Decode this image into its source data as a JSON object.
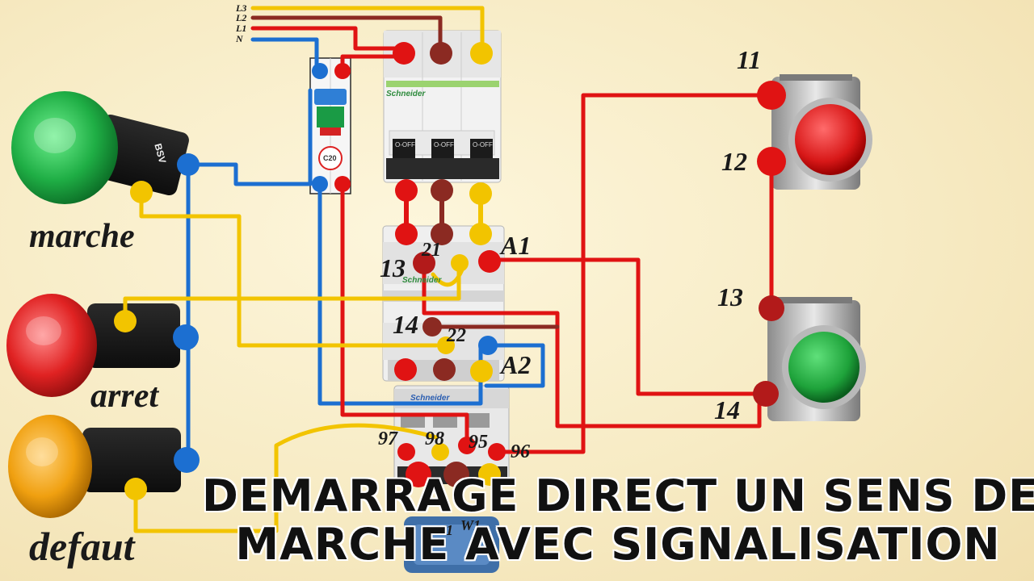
{
  "lines": {
    "l3": "L3",
    "l2": "L2",
    "l1": "L1",
    "n": "N"
  },
  "lamps": {
    "marche": "marche",
    "arret": "arret",
    "defaut": "defaut",
    "lamp_code": "BSV"
  },
  "contactor_terminals": {
    "c13": "13",
    "c14": "14",
    "c21": "21",
    "c22": "22",
    "a1": "A1",
    "a2": "A2"
  },
  "relay_terminals": {
    "t97": "97",
    "t98": "98",
    "t95": "95",
    "t96": "96"
  },
  "buttons": {
    "b11": "11",
    "b12": "12",
    "b13": "13",
    "b14": "14"
  },
  "breaker": {
    "brand": "Schneider",
    "rating": "C20",
    "off1": "O-OFF",
    "off2": "O-OFF",
    "off3": "O-OFF"
  },
  "contactor": {
    "brand": "Schneider"
  },
  "relay": {
    "brand": "Schneider"
  },
  "motor_labels": {
    "v1": "V1",
    "w1": "W1"
  },
  "title": {
    "line1": "DEMARRAGE DIRECT UN SENS DE",
    "line2": "MARCHE AVEC SIGNALISATION"
  },
  "colors": {
    "red_wire": "#e01313",
    "brown_wire": "#8b2a22",
    "yellow_wire": "#f2c400",
    "blue_wire": "#1c6fd1",
    "marche_lamp": "#1fae45",
    "arret_lamp": "#e02222",
    "defaut_lamp": "#f0a010"
  }
}
